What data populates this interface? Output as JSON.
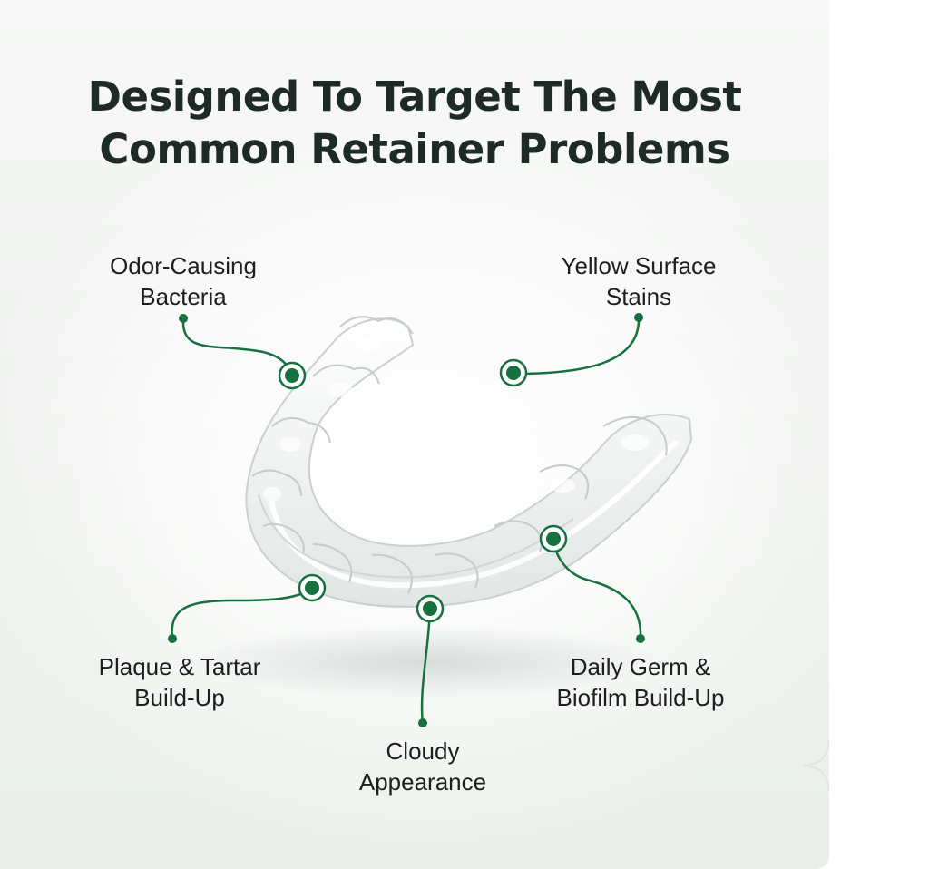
{
  "title": {
    "line1": "Designed To Target The Most",
    "line2": "Common Retainer Problems"
  },
  "callouts": [
    {
      "id": "odor",
      "line1": "Odor-Causing",
      "line2": "Bacteria"
    },
    {
      "id": "yellow",
      "line1": "Yellow Surface",
      "line2": "Stains"
    },
    {
      "id": "plaque",
      "line1": "Plaque & Tartar",
      "line2": "Build-Up"
    },
    {
      "id": "germ",
      "line1": "Daily Germ &",
      "line2": "Biofilm Build-Up"
    },
    {
      "id": "cloudy",
      "line1": "Cloudy",
      "line2": "Appearance"
    }
  ],
  "colors": {
    "accent": "#17703f",
    "title": "#1e2a24",
    "text": "#1e1e1e"
  },
  "icons": [
    "retainer-illustration",
    "marker-dot-icon",
    "sparkle-icon"
  ]
}
